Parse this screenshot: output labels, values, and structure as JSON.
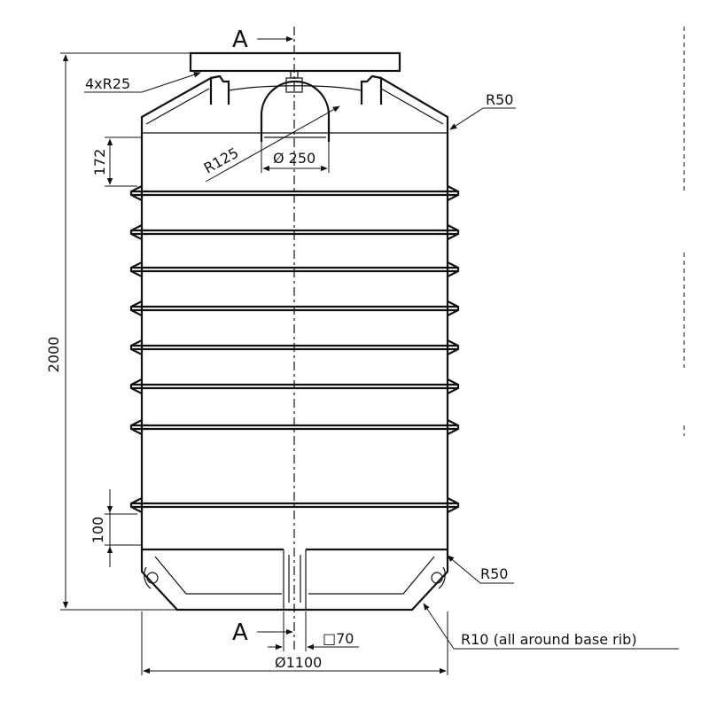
{
  "drawing": {
    "section_marker_top": "A",
    "section_marker_bottom": "A",
    "dimensions": {
      "total_height": "2000",
      "top_section_height": "172",
      "base_rib_height": "100",
      "diameter": "Ø1100",
      "opening_diameter": "Ø 250",
      "opening_radius": "R125",
      "lid_corner_radius": "4xR25",
      "top_shoulder_radius": "R50",
      "base_corner_radius": "R50",
      "base_rib_radius": "R10 (all around base rib)",
      "square_post": "□70"
    },
    "rib_count": 8
  }
}
